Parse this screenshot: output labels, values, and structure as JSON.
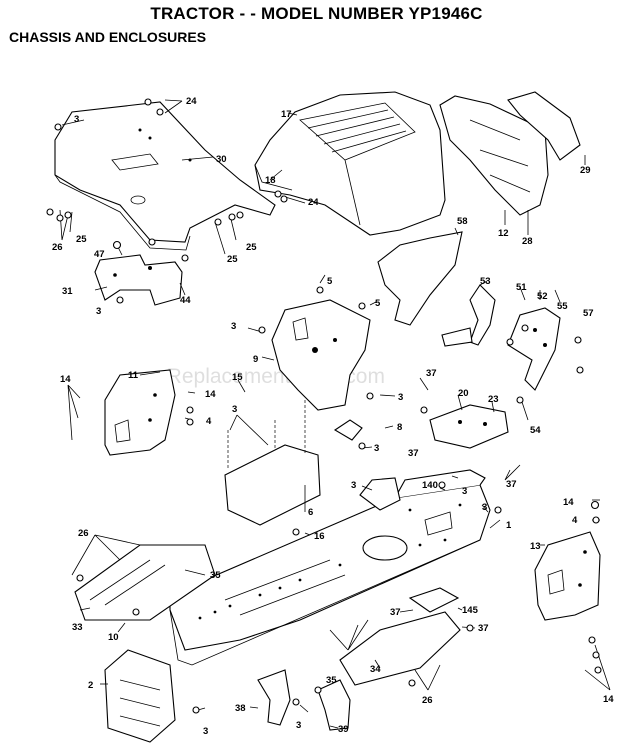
{
  "header": {
    "title": "TRACTOR - - MODEL NUMBER YP1946C",
    "subtitle": "CHASSIS AND ENCLOSURES"
  },
  "watermark": "eReplacementParts.com",
  "callouts": [
    {
      "id": "c-24a",
      "text": "24"
    },
    {
      "id": "c-3a",
      "text": "3"
    },
    {
      "id": "c-30",
      "text": "30"
    },
    {
      "id": "c-17",
      "text": "17"
    },
    {
      "id": "c-29",
      "text": "29"
    },
    {
      "id": "c-18",
      "text": "18"
    },
    {
      "id": "c-24b",
      "text": "24"
    },
    {
      "id": "c-12",
      "text": "12"
    },
    {
      "id": "c-28",
      "text": "28"
    },
    {
      "id": "c-26a",
      "text": "26"
    },
    {
      "id": "c-25a",
      "text": "25"
    },
    {
      "id": "c-25b",
      "text": "25"
    },
    {
      "id": "c-25c",
      "text": "25"
    },
    {
      "id": "c-47",
      "text": "47"
    },
    {
      "id": "c-58",
      "text": "58"
    },
    {
      "id": "c-31",
      "text": "31"
    },
    {
      "id": "c-44",
      "text": "44"
    },
    {
      "id": "c-5a",
      "text": "5"
    },
    {
      "id": "c-5b",
      "text": "5"
    },
    {
      "id": "c-53",
      "text": "53"
    },
    {
      "id": "c-51",
      "text": "51"
    },
    {
      "id": "c-52",
      "text": "52"
    },
    {
      "id": "c-55",
      "text": "55"
    },
    {
      "id": "c-57",
      "text": "57"
    },
    {
      "id": "c-3b",
      "text": "3"
    },
    {
      "id": "c-3c",
      "text": "3"
    },
    {
      "id": "c-9",
      "text": "9"
    },
    {
      "id": "c-11",
      "text": "11"
    },
    {
      "id": "c-14a",
      "text": "14"
    },
    {
      "id": "c-15",
      "text": "15"
    },
    {
      "id": "c-14b",
      "text": "14"
    },
    {
      "id": "c-37a",
      "text": "37"
    },
    {
      "id": "c-3d",
      "text": "3"
    },
    {
      "id": "c-4a",
      "text": "4"
    },
    {
      "id": "c-20",
      "text": "20"
    },
    {
      "id": "c-23",
      "text": "23"
    },
    {
      "id": "c-3e",
      "text": "3"
    },
    {
      "id": "c-8",
      "text": "8"
    },
    {
      "id": "c-54",
      "text": "54"
    },
    {
      "id": "c-3f",
      "text": "3"
    },
    {
      "id": "c-37b",
      "text": "37"
    },
    {
      "id": "c-37c",
      "text": "37"
    },
    {
      "id": "c-3g",
      "text": "3"
    },
    {
      "id": "c-140",
      "text": "140"
    },
    {
      "id": "c-3h",
      "text": "3"
    },
    {
      "id": "c-3i",
      "text": "3"
    },
    {
      "id": "c-6",
      "text": "6"
    },
    {
      "id": "c-1",
      "text": "1"
    },
    {
      "id": "c-14c",
      "text": "14"
    },
    {
      "id": "c-4b",
      "text": "4"
    },
    {
      "id": "c-16",
      "text": "16"
    },
    {
      "id": "c-26b",
      "text": "26"
    },
    {
      "id": "c-13",
      "text": "13"
    },
    {
      "id": "c-35a",
      "text": "35"
    },
    {
      "id": "c-33",
      "text": "33"
    },
    {
      "id": "c-10",
      "text": "10"
    },
    {
      "id": "c-37d",
      "text": "37"
    },
    {
      "id": "c-145",
      "text": "145"
    },
    {
      "id": "c-37e",
      "text": "37"
    },
    {
      "id": "c-2",
      "text": "2"
    },
    {
      "id": "c-35b",
      "text": "35"
    },
    {
      "id": "c-34",
      "text": "34"
    },
    {
      "id": "c-26c",
      "text": "26"
    },
    {
      "id": "c-14d",
      "text": "14"
    },
    {
      "id": "c-38",
      "text": "38"
    },
    {
      "id": "c-3j",
      "text": "3"
    },
    {
      "id": "c-39",
      "text": "39"
    },
    {
      "id": "c-3k",
      "text": "3"
    }
  ]
}
